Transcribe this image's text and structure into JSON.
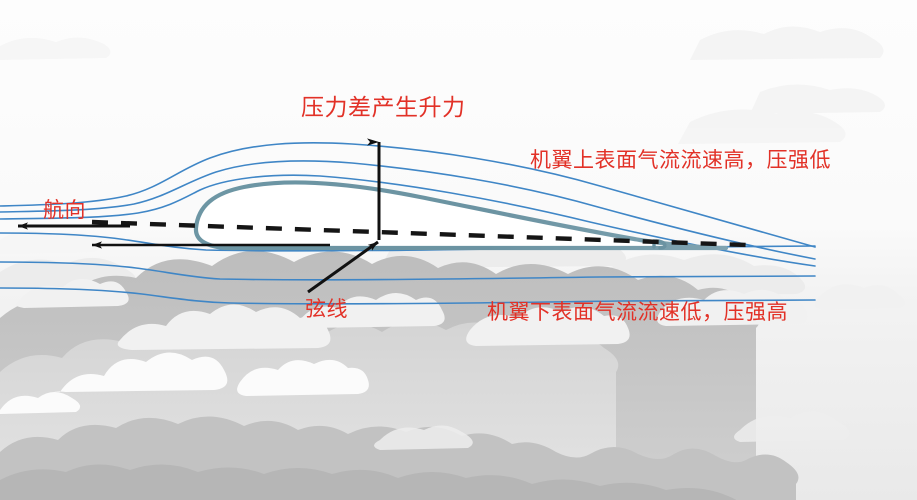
{
  "diagram": {
    "title_text": "压力差产生升力",
    "labels": {
      "lift": "压力差产生升力",
      "upper_surface": "机翼上表面气流流速高，压强低",
      "lower_surface": "机翼下表面气流流速低，压强高",
      "chord_line": "弦线",
      "heading": "航向"
    },
    "colors": {
      "label_red": "#e23127",
      "streamline_blue": "#3f86c6",
      "airfoil_outline": "#5f8a9a",
      "arrow_black": "#111111",
      "sky_top": "#fdfdfd",
      "cloud_light": "#f2f2f2",
      "cloud_mid": "#dcdcdc",
      "cloud_dark": "#c4c4c4",
      "cloud_darkest": "#b4b4b4"
    },
    "elements": {
      "lift_arrow": "vertical-up-arrow",
      "heading_arrow": "horizontal-left-arrow",
      "flow_arrow": "horizontal-left-arrow",
      "chord_pointer": "diagonal-up-right-arrow",
      "chord_dashes": "dashed-horizontal-line",
      "airfoil": "airfoil-cross-section",
      "streamlines_upper_count": 3,
      "streamlines_lower_count": 3
    }
  }
}
